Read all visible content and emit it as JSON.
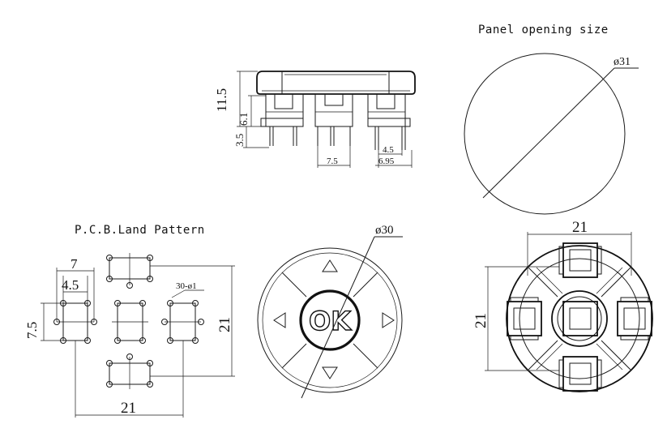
{
  "panel": {
    "title": "Panel opening size",
    "diameter": "ø31"
  },
  "side_view": {
    "height_total": "11.5",
    "height_upper": "6.1",
    "height_pin": "3.5",
    "pitch_center": "7.5",
    "pin_inner": "4.5",
    "pin_outer": "6.95"
  },
  "pcb": {
    "title": "P.C.B.Land Pattern",
    "dim_7": "7",
    "dim_45": "4.5",
    "dim_75": "7.5",
    "dim_21_v": "21",
    "dim_21_h": "21",
    "holes": "30-ø1"
  },
  "front": {
    "diameter": "ø30",
    "center_label": "OK"
  },
  "bottom": {
    "dim_w": "21",
    "dim_h": "21"
  }
}
